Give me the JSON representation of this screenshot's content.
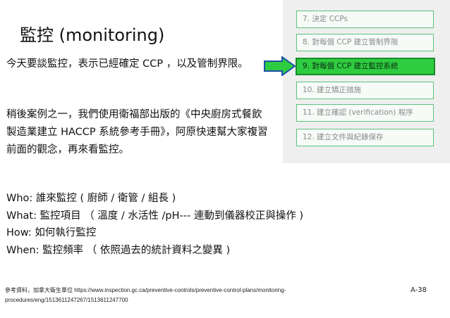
{
  "title": "監控  (monitoring)",
  "intro": "今天要談監控，表示已經確定 CCP ，以及管制界限。",
  "case_study": "稍後案例之一，我們使用衛福部出版的《中央廚房式餐飲製造業建立 HACCP 系統參考手冊》，阿原快速幫大家複習前面的觀念，再來看監控。",
  "questions": [
    "Who:  誰來監控 ( 廚師 / 衛管 / 組長 )",
    "What:  監控項目 （ 溫度 / 水活性 /pH--- 連動到儀器校正與操作 )",
    "How:  如何執行監控",
    "When:  監控頻率 （ 依照過去的統計資料之變異 )"
  ],
  "steps": [
    {
      "label": "7.  決定  CCPs",
      "active": false
    },
    {
      "label": "8.  對每個  CCP  建立管制界限",
      "active": false
    },
    {
      "label": "9.  對每個  CCP  建立監控系統",
      "active": true
    },
    {
      "label": "10.  建立矯正措施",
      "active": false
    },
    {
      "label": "11.   建立確認  (verification)  程序",
      "active": false
    },
    {
      "label": "12.  建立文件與紀錄保存",
      "active": false
    }
  ],
  "reference": "參考資料，加拿大衛生單位 https://www.inspection.gc.ca/preventive-controls/preventive-control-plans/monitoring-procedures/eng/1513611247267/1513611247700",
  "page_number": "A-38",
  "colors": {
    "step_border": "#5bc37a",
    "active_fill": "#2ecc40",
    "arrow_fill": "#2ecc40",
    "arrow_stroke": "#1f4fa8"
  }
}
